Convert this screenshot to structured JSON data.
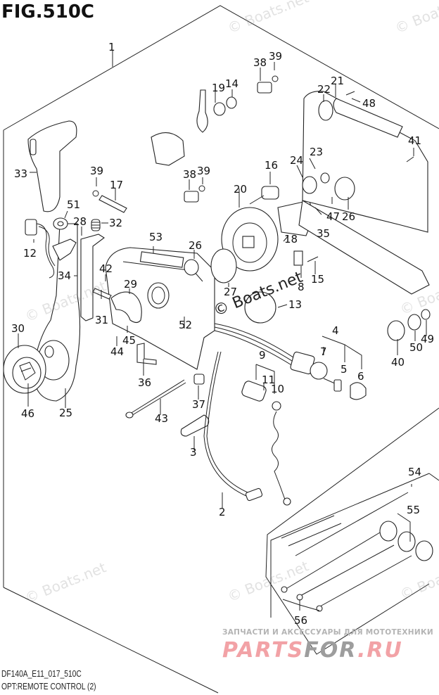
{
  "figure": {
    "title": "FIG.510C",
    "code": "DF140A_E11_017_510C",
    "name": "OPT:REMOTE CONTROL (2)"
  },
  "watermarks": {
    "boats": "© Boats.net",
    "boats_center": "© Boats.net",
    "ru_tagline": "ЗАПЧАСТИ И АКСЕССУАРЫ ДЛЯ МОТОТЕХНИКИ",
    "ru_logo_part1": "PARTS",
    "ru_logo_part2": "FOR",
    "ru_logo_part3": ".RU"
  },
  "callouts": [
    {
      "id": "1",
      "label": "1"
    },
    {
      "id": "2",
      "label": "2"
    },
    {
      "id": "3",
      "label": "3"
    },
    {
      "id": "4",
      "label": "4"
    },
    {
      "id": "5",
      "label": "5"
    },
    {
      "id": "6",
      "label": "6"
    },
    {
      "id": "7",
      "label": "7"
    },
    {
      "id": "8",
      "label": "8"
    },
    {
      "id": "9",
      "label": "9"
    },
    {
      "id": "10",
      "label": "10"
    },
    {
      "id": "11",
      "label": "11"
    },
    {
      "id": "12",
      "label": "12"
    },
    {
      "id": "13",
      "label": "13"
    },
    {
      "id": "14",
      "label": "14"
    },
    {
      "id": "15",
      "label": "15"
    },
    {
      "id": "16",
      "label": "16"
    },
    {
      "id": "17",
      "label": "17"
    },
    {
      "id": "18",
      "label": "18"
    },
    {
      "id": "19",
      "label": "19"
    },
    {
      "id": "20",
      "label": "20"
    },
    {
      "id": "21",
      "label": "21"
    },
    {
      "id": "22",
      "label": "22"
    },
    {
      "id": "23",
      "label": "23"
    },
    {
      "id": "24",
      "label": "24"
    },
    {
      "id": "25",
      "label": "25"
    },
    {
      "id": "26a",
      "label": "26"
    },
    {
      "id": "26b",
      "label": "26"
    },
    {
      "id": "27",
      "label": "27"
    },
    {
      "id": "28",
      "label": "28"
    },
    {
      "id": "29",
      "label": "29"
    },
    {
      "id": "30",
      "label": "30"
    },
    {
      "id": "31",
      "label": "31"
    },
    {
      "id": "32",
      "label": "32"
    },
    {
      "id": "33",
      "label": "33"
    },
    {
      "id": "34",
      "label": "34"
    },
    {
      "id": "35",
      "label": "35"
    },
    {
      "id": "36",
      "label": "36"
    },
    {
      "id": "37",
      "label": "37"
    },
    {
      "id": "38a",
      "label": "38"
    },
    {
      "id": "38b",
      "label": "38"
    },
    {
      "id": "39a",
      "label": "39"
    },
    {
      "id": "39b",
      "label": "39"
    },
    {
      "id": "39c",
      "label": "39"
    },
    {
      "id": "40",
      "label": "40"
    },
    {
      "id": "41",
      "label": "41"
    },
    {
      "id": "42",
      "label": "42"
    },
    {
      "id": "43",
      "label": "43"
    },
    {
      "id": "44",
      "label": "44"
    },
    {
      "id": "45",
      "label": "45"
    },
    {
      "id": "46",
      "label": "46"
    },
    {
      "id": "47",
      "label": "47"
    },
    {
      "id": "48",
      "label": "48"
    },
    {
      "id": "49",
      "label": "49"
    },
    {
      "id": "50",
      "label": "50"
    },
    {
      "id": "51",
      "label": "51"
    },
    {
      "id": "52",
      "label": "52"
    },
    {
      "id": "53",
      "label": "53"
    },
    {
      "id": "54",
      "label": "54"
    },
    {
      "id": "55",
      "label": "55"
    },
    {
      "id": "56",
      "label": "56"
    }
  ]
}
